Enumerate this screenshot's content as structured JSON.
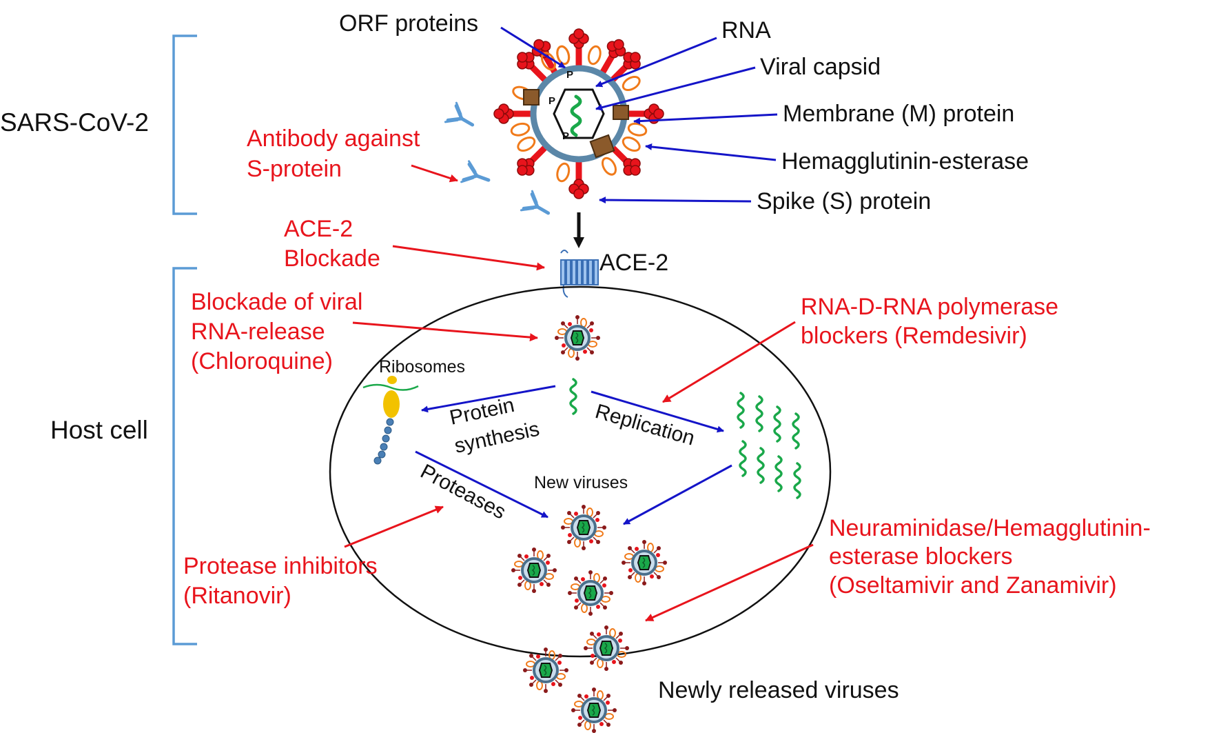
{
  "groups": {
    "virus": "SARS-CoV-2",
    "host": "Host cell"
  },
  "virus_labels": {
    "orf": "ORF proteins",
    "rna": "RNA",
    "capsid": "Viral capsid",
    "membrane": "Membrane (M) protein",
    "hemagglutinin": "Hemagglutinin-esterase",
    "spike": "Spike (S) protein",
    "p_mark": "P"
  },
  "cell_labels": {
    "ace2": "ACE-2",
    "ribosomes": "Ribosomes",
    "protein_synthesis": [
      "Protein",
      "synthesis"
    ],
    "replication": "Replication",
    "proteases": "Proteases",
    "new_viruses": "New viruses",
    "released": "Newly released viruses"
  },
  "interventions": {
    "antibody": [
      "Antibody against",
      "S-protein"
    ],
    "ace2_blockade": [
      "ACE-2",
      "Blockade"
    ],
    "rna_release": [
      "Blockade of viral",
      "RNA-release",
      "(Chloroquine)"
    ],
    "polymerase": [
      "RNA-D-RNA polymerase",
      "blockers (Remdesivir)"
    ],
    "protease_inhibitors": [
      "Protease inhibitors",
      "(Ritanovir)"
    ],
    "neuraminidase": [
      "Neuraminidase/Hemagglutinin-",
      "esterase blockers",
      "(Oseltamivir and Zanamivir)"
    ]
  },
  "colors": {
    "intervention_text": "#e8141c",
    "pathway_arrow": "#1414c8",
    "bracket": "#5b9bd5",
    "spike": "#e8141c",
    "rna": "#1aa84a",
    "envelope": "#5b87a8"
  }
}
